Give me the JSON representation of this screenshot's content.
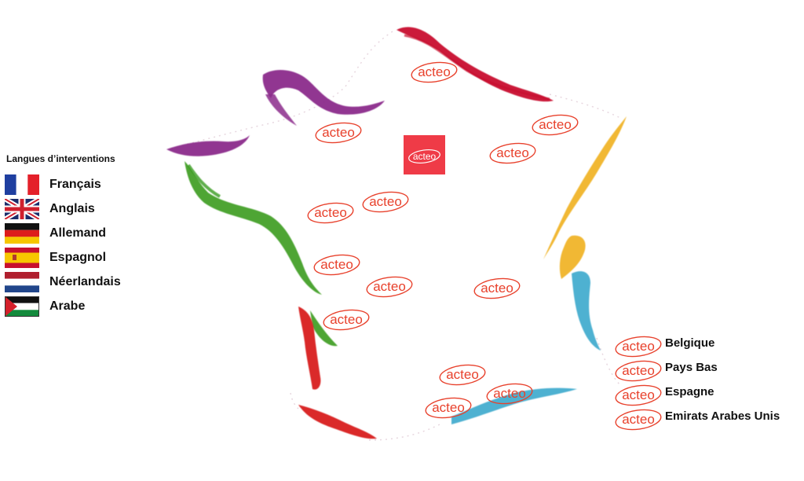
{
  "legend": {
    "title": "Langues d’interventions",
    "languages": [
      {
        "label": "Français",
        "flag": "flag-france-icon"
      },
      {
        "label": "Anglais",
        "flag": "flag-uk-icon"
      },
      {
        "label": "Allemand",
        "flag": "flag-germany-icon"
      },
      {
        "label": "Espagnol",
        "flag": "flag-spain-icon"
      },
      {
        "label": "Néerlandais",
        "flag": "flag-netherlands-icon"
      },
      {
        "label": "Arabe",
        "flag": "flag-palestine-icon"
      }
    ]
  },
  "brand": {
    "name": "acteo",
    "logo_color": "#e8412c",
    "box_color": "#ef3b47"
  },
  "international": [
    {
      "country": "Belgique"
    },
    {
      "country": "Pays Bas"
    },
    {
      "country": "Espagne"
    },
    {
      "country": "Emirats Arabes Unis"
    }
  ],
  "map": {
    "colors": {
      "north": "#c8102e",
      "northwest": "#8b2a8b",
      "west": "#3a9b1f",
      "east": "#f0b020",
      "southeast": "#3aa8cc",
      "southwest": "#d81e1e"
    }
  }
}
